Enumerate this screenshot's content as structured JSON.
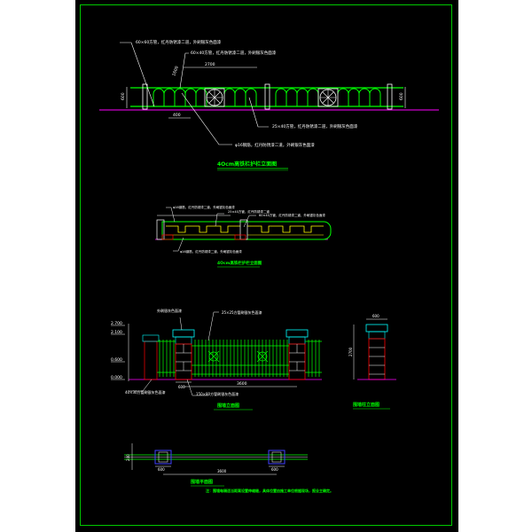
{
  "colors": {
    "background": "#000000",
    "frame": "#00c800",
    "line_green": "#00ff00",
    "line_white": "#ffffff",
    "line_magenta": "#ff00ff",
    "line_cyan": "#00ffff",
    "line_yellow": "#ffff00",
    "line_red": "#ff0000",
    "title_green": "#00ff00"
  },
  "elevation1": {
    "title": "4Ocm高铁栏护栏立面图",
    "callout_1": "60×60方管，红丹防锈漆二道，外刷银灰色面漆",
    "callout_2": "60×40方管，红丹防锈漆二道，外刷银灰色面漆",
    "callout_3": "25×40方管，红丹防锈漆二道，外刷银灰色面漆",
    "callout_4": "φ16钢筋，红丹防锈漆二道，外刷银灰色面漆",
    "dim_top": "2700",
    "dim_mid": "1600",
    "dim_bottom": "400",
    "dim_left": "600",
    "dim_right": "600"
  },
  "elevation2": {
    "title": "4Ocm高铁栏护栏立面图",
    "callout_1": "φ16钢筋，红丹防锈漆二道，外刷银灰色面漆",
    "callout_2": "25×40方管，红丹防锈漆二道",
    "callout_3": "60×40方管，红丹防锈漆二道，外刷银灰色面漆",
    "callout_bottom": "φ16钢筋，红丹防锈漆二道，外刷银灰色面漆"
  },
  "fence": {
    "title": "围墙立面图",
    "callout_top": "外刷银灰色面漆",
    "callout_mid": "25×25方管刷银灰色面漆",
    "callout_bottom": "150×80方管刷银灰色面漆",
    "callout_left": "40×30方管刷银灰色面漆",
    "elev_1": "2.700",
    "elev_2": "2.100",
    "elev_3": "0.600",
    "elev_4": "0.000",
    "dim_span": "3600",
    "dim_pier": "600"
  },
  "pier": {
    "title": "围墙柱立面图",
    "dim_top": "600",
    "dim_side": "2700"
  },
  "plan": {
    "title": "围墙平面图",
    "dim_span": "3600",
    "dim_pier_1": "600",
    "dim_pier_2": "600",
    "dim_left": "240",
    "note": "注：围墙每隔适当距离设置伸缩缝，具体位置由施工单位根据现场，报业主确定。"
  }
}
